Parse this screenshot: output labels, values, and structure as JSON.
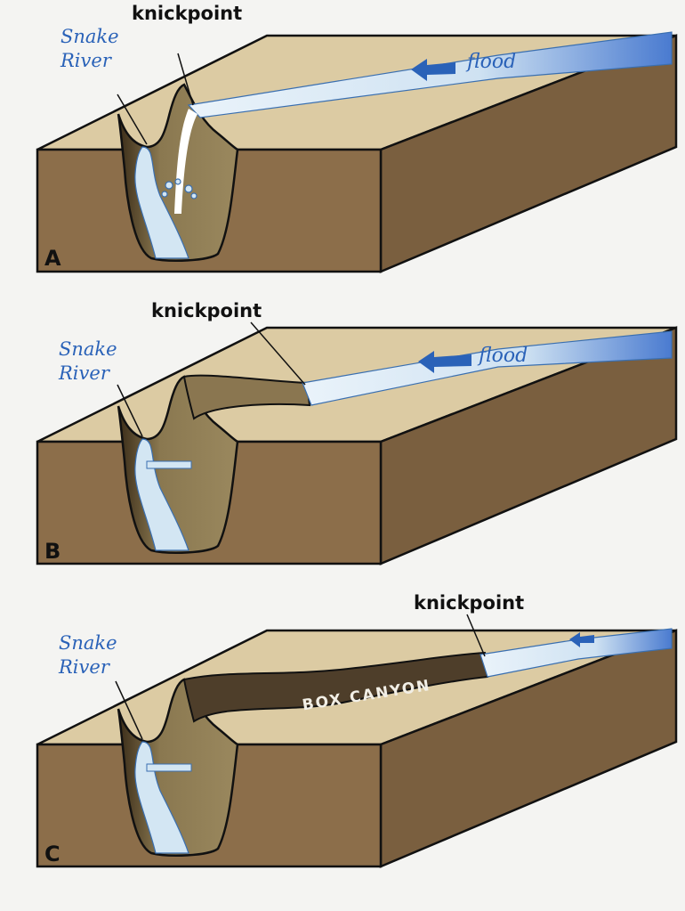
{
  "panels": [
    {
      "letter": "A",
      "knickpoint_label": "knickpoint",
      "river_label_line1": "Snake",
      "river_label_line2": "River",
      "flood_label": "flood"
    },
    {
      "letter": "B",
      "knickpoint_label": "knickpoint",
      "river_label_line1": "Snake",
      "river_label_line2": "River",
      "flood_label": "flood"
    },
    {
      "letter": "C",
      "knickpoint_label": "knickpoint",
      "river_label_line1": "Snake",
      "river_label_line2": "River",
      "box_canyon_label": "BOX CANYON"
    }
  ],
  "colors": {
    "top": "#dccba3",
    "front": "#8c6e4a",
    "side": "#7a5f3f",
    "canyon": "#948258",
    "water": "#d3e6f3",
    "flood_blue": "#3f72c8",
    "label_blue": "#2a62b8"
  }
}
